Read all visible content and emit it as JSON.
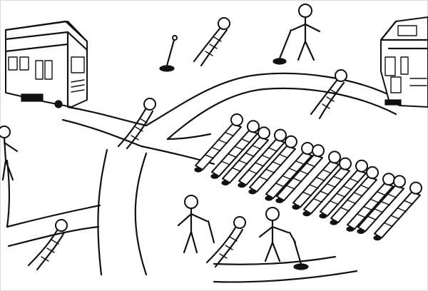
{
  "colors": {
    "ink": "#111111",
    "paper": "#ffffff",
    "frame": "#d9d9d9"
  },
  "scene": {
    "trolleys": [
      {
        "name": "trolley-left",
        "facing": "right"
      },
      {
        "name": "trolley-right",
        "facing": "left",
        "partial": true
      }
    ],
    "lever_operators": 3,
    "levers": 4,
    "people_on_tracks_single": 5,
    "people_on_tracks_group": 14
  }
}
